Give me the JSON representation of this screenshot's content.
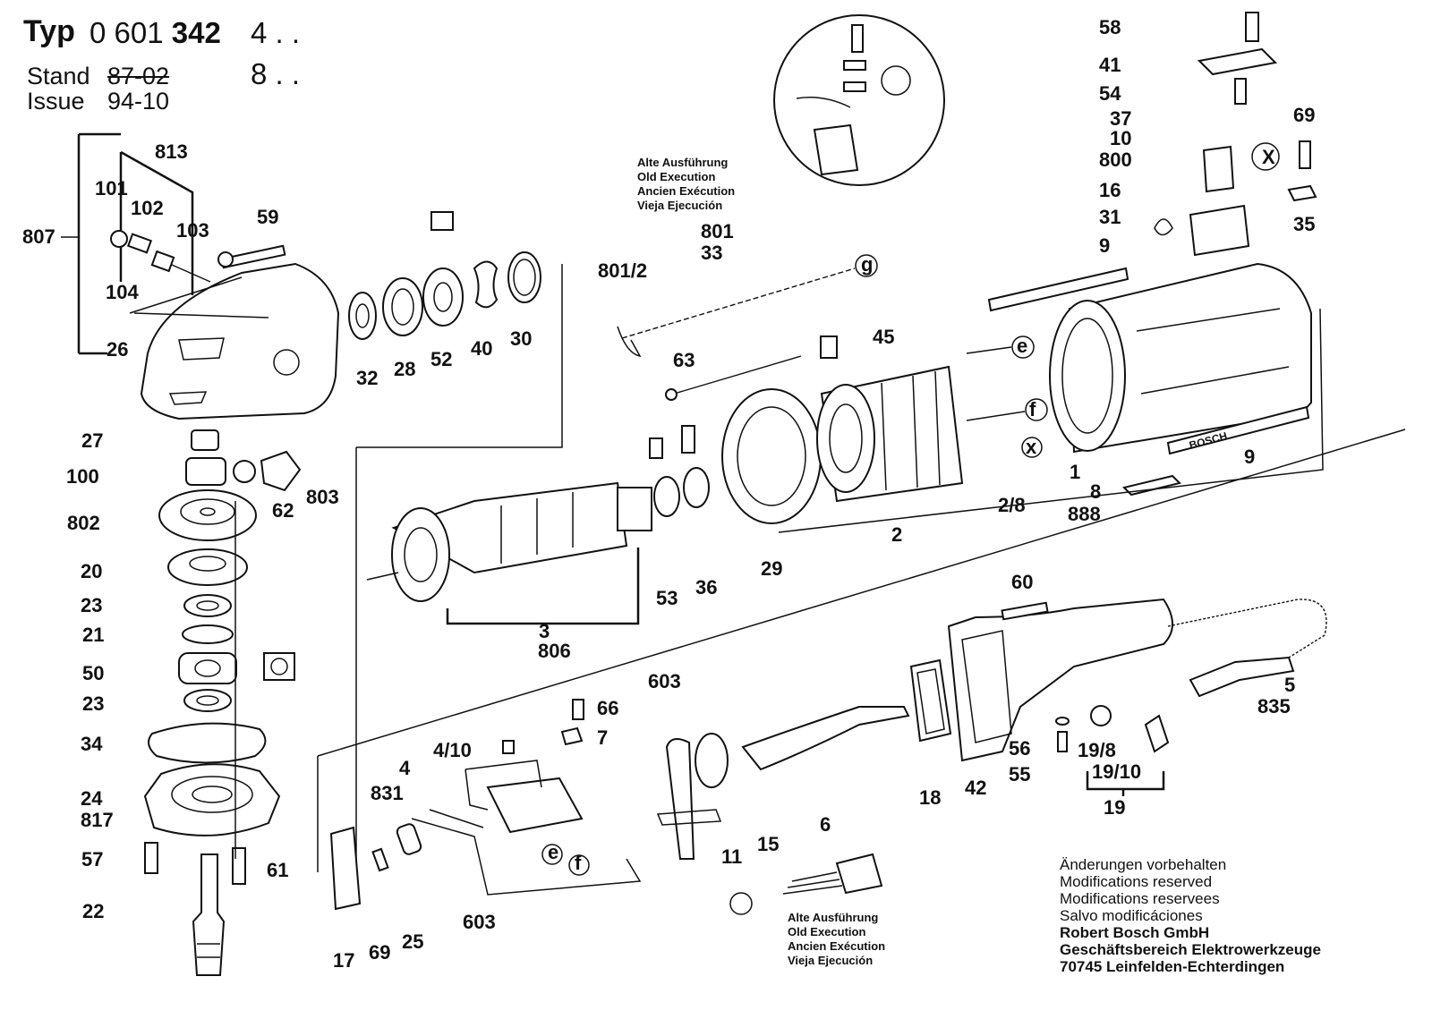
{
  "header": {
    "typ_label": "Typ",
    "typ_number_prefix": "0 601",
    "typ_number_bold": "342",
    "typ_suffix_1": "4 . .",
    "typ_suffix_2": "8 . .",
    "stand_label": "Stand",
    "stand_value": "87-02",
    "issue_label": "Issue",
    "issue_value": "94-10"
  },
  "old_execution_top": [
    "Alte Ausführung",
    "Old Execution",
    "Ancien Exécution",
    "Vieja Ejecución"
  ],
  "old_execution_bottom": [
    "Alte Ausführung",
    "Old Execution",
    "Ancien Exécution",
    "Vieja Ejecución"
  ],
  "modification_notice": [
    "Änderungen vorbehalten",
    "Modifications reserved",
    "Modifications reservees",
    "Salvo modificáciones"
  ],
  "company": [
    "Robert Bosch GmbH",
    "Geschäftsbereich Elektrowerkzeuge",
    "70745 Leinfelden-Echterdingen"
  ],
  "brand_on_housing": "BOSCH",
  "part_labels": [
    "58",
    "41",
    "54",
    "37",
    "10",
    "800",
    "16",
    "31",
    "69",
    "35",
    "X",
    "9",
    "1",
    "9",
    "8",
    "888",
    "2/8",
    "e",
    "f",
    "x",
    "2",
    "45",
    "801",
    "33",
    "g",
    "801/2",
    "63",
    "29",
    "53",
    "36",
    "806",
    "3",
    "813",
    "807",
    "101",
    "102",
    "103",
    "104",
    "26",
    "59",
    "32",
    "28",
    "52",
    "40",
    "30",
    "27",
    "100",
    "62",
    "803",
    "802",
    "20",
    "23",
    "21",
    "50",
    "23",
    "34",
    "24",
    "817",
    "57",
    "61",
    "22",
    "60",
    "5",
    "835",
    "56",
    "55",
    "19/8",
    "19/10",
    "19",
    "42",
    "18",
    "6",
    "15",
    "11",
    "603",
    "66",
    "7",
    "4/10",
    "4",
    "831",
    "603",
    "17",
    "69",
    "25",
    "e",
    "f"
  ]
}
